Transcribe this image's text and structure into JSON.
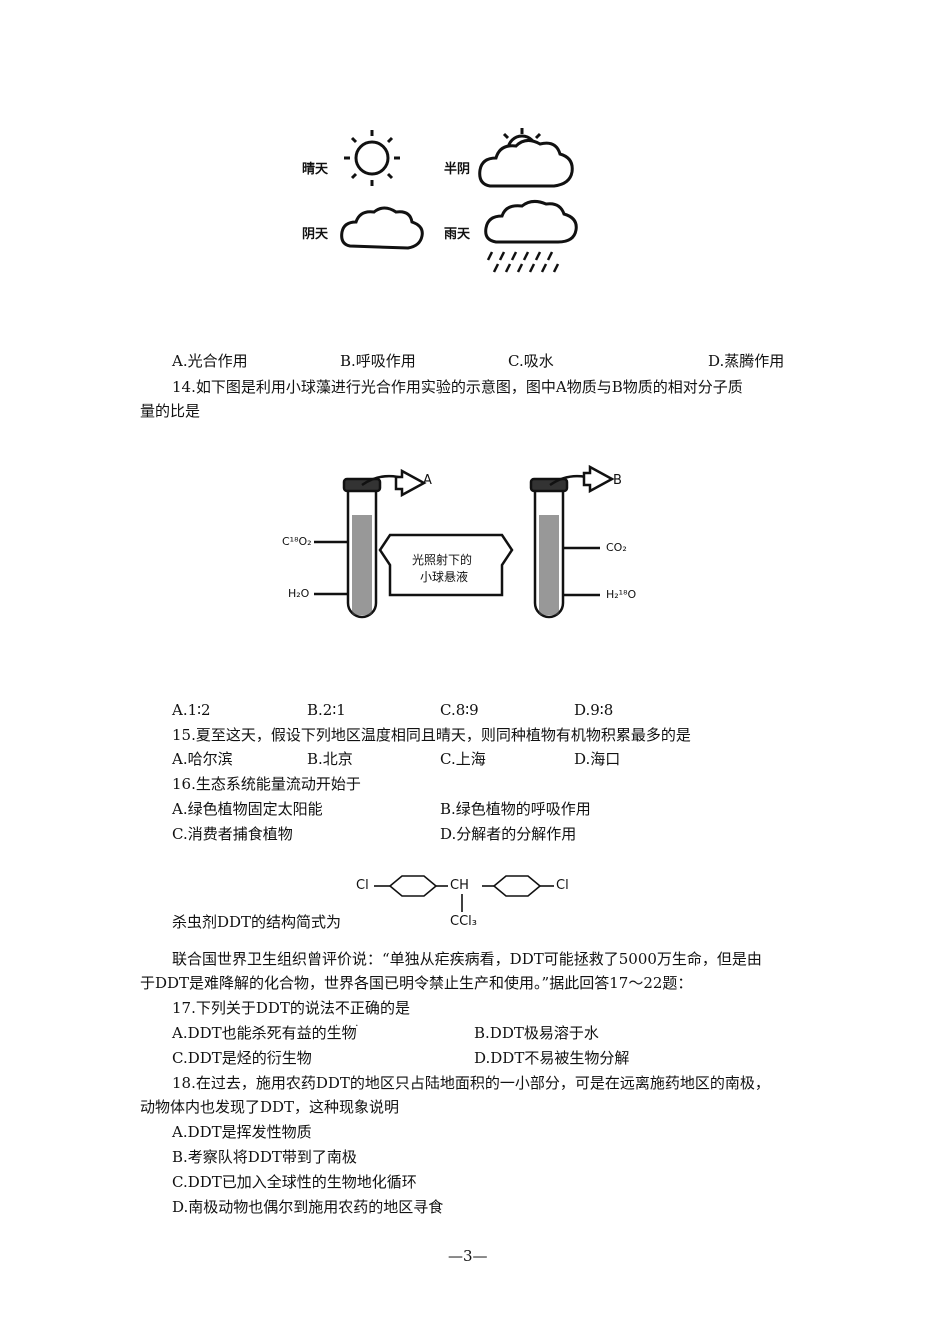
{
  "weather_figure": {
    "sunny": "晴天",
    "partly_cloudy": "半阴",
    "overcast": "阴天",
    "rainy": "雨天"
  },
  "q13_options": {
    "a": "A.光合作用",
    "b": "B.呼吸作用",
    "c": "C.吸水",
    "d": "D.蒸腾作用"
  },
  "q14": {
    "line1": "14.如下图是利用小球藻进行光合作用实验的示意图，图中A物质与B物质的相对分子质",
    "line2": "量的比是",
    "figure": {
      "label_a": "A",
      "label_b": "B",
      "left_input_top": "C¹⁸O₂",
      "left_input_bottom": "H₂O",
      "right_input_top": "CO₂",
      "right_input_bottom": "H₂¹⁸O",
      "center_line1": "光照射下的",
      "center_line2": "小球悬液"
    },
    "options": {
      "a": "A.1∶2",
      "b": "B.2∶1",
      "c": "C.8∶9",
      "d": "D.9∶8"
    }
  },
  "q15": {
    "stem": "15.夏至这天，假设下列地区温度相同且晴天，则同种植物有机物积累最多的是",
    "options": {
      "a": "A.哈尔滨",
      "b": "B.北京",
      "c": "C.上海",
      "d": "D.海口"
    }
  },
  "q16": {
    "stem": "16.生态系统能量流动开始于",
    "options": {
      "a": "A.绿色植物固定太阳能",
      "b": "B.绿色植物的呼吸作用",
      "c": "C.消费者捕食植物",
      "d": "D.分解者的分解作用"
    }
  },
  "ddt": {
    "intro": "杀虫剂DDT的结构简式为",
    "cl_left": "Cl",
    "ch": "CH",
    "cl_right": "Cl",
    "ccl3": "CCl₃",
    "passage1": "联合国世界卫生组织曾评价说：“单独从疟疾病看，DDT可能拯救了5000万生命，但是由",
    "passage2": "于DDT是难降解的化合物，世界各国已明令禁止生产和使用。”据此回答17～22题："
  },
  "q17": {
    "stem_pre": "17.下列关于DDT的说法",
    "stem_emph": "不正确",
    "stem_post": "的是",
    "options": {
      "a": "A.DDT也能杀死有益的生物",
      "b": "B.DDT极易溶于水",
      "c": "C.DDT是烃的衍生物",
      "d": "D.DDT不易被生物分解"
    }
  },
  "q18": {
    "line1": "18.在过去，施用农药DDT的地区只占陆地面积的一小部分，可是在远离施药地区的南极，",
    "line2": "动物体内也发现了DDT，这种现象说明",
    "options": {
      "a": "A.DDT是挥发性物质",
      "b": "B.考察队将DDT带到了南极",
      "c": "C.DDT已加入全球性的生物地化循环",
      "d": "D.南极动物也偶尔到施用农药的地区寻食"
    }
  },
  "page_number": "—3—"
}
